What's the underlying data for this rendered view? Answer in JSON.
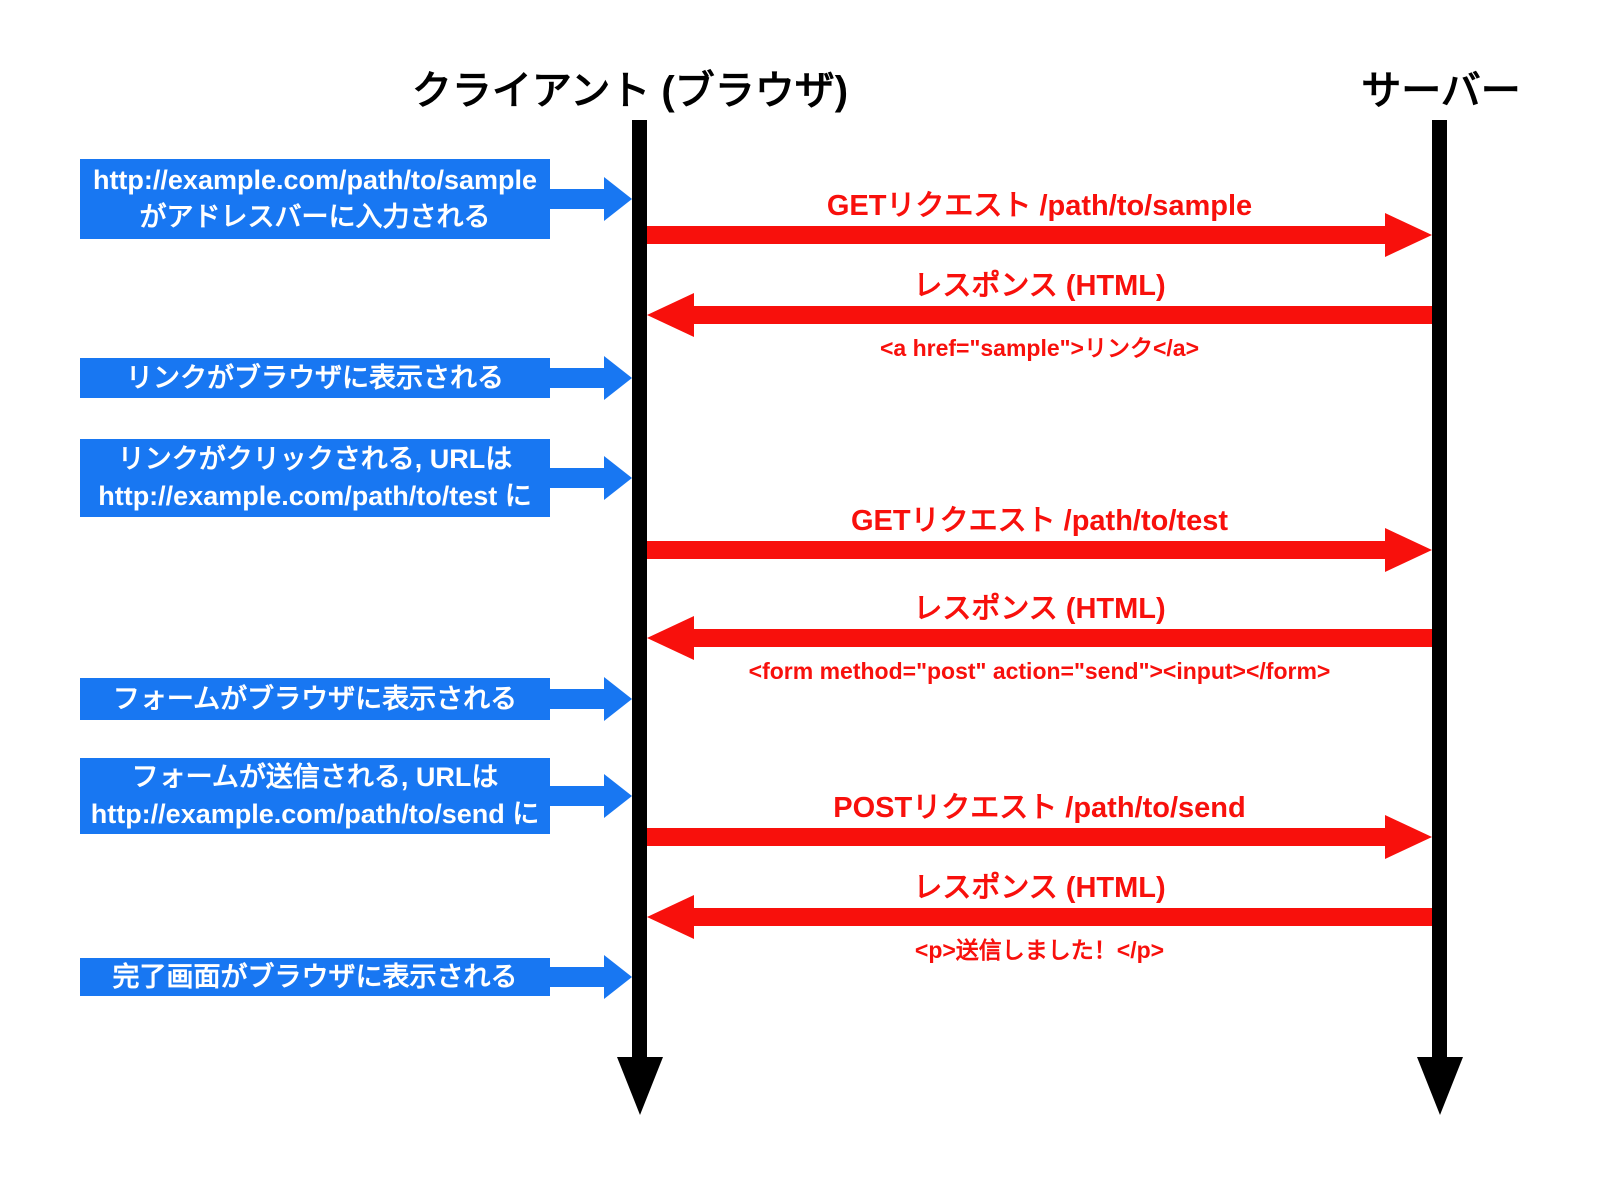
{
  "diagram": {
    "client_title": "クライアント (ブラウザ)",
    "server_title": "サーバー"
  },
  "colors": {
    "note_blue": "#1877f2",
    "message_red": "#f8100c",
    "lifeline_black": "#000000"
  },
  "notes": [
    {
      "line1": "http://example.com/path/to/sample",
      "line2": "がアドレスバーに入力される"
    },
    {
      "line1": "リンクがブラウザに表示される",
      "line2": ""
    },
    {
      "line1": "リンクがクリックされる, URLは",
      "line2": "http://example.com/path/to/test に"
    },
    {
      "line1": "フォームがブラウザに表示される",
      "line2": ""
    },
    {
      "line1": "フォームが送信される, URLは",
      "line2": "http://example.com/path/to/send に"
    },
    {
      "line1": "完了画面がブラウザに表示される",
      "line2": ""
    }
  ],
  "messages": [
    {
      "direction": "right",
      "label": "GETリクエスト /path/to/sample",
      "sublabel": ""
    },
    {
      "direction": "left",
      "label": "レスポンス (HTML)",
      "sublabel": "<a href=\"sample\">リンク</a>"
    },
    {
      "direction": "right",
      "label": "GETリクエスト /path/to/test",
      "sublabel": ""
    },
    {
      "direction": "left",
      "label": "レスポンス (HTML)",
      "sublabel": "<form method=\"post\" action=\"send\"><input></form>"
    },
    {
      "direction": "right",
      "label": "POSTリクエスト /path/to/send",
      "sublabel": ""
    },
    {
      "direction": "left",
      "label": "レスポンス (HTML)",
      "sublabel": "<p>送信しました！</p>"
    }
  ]
}
